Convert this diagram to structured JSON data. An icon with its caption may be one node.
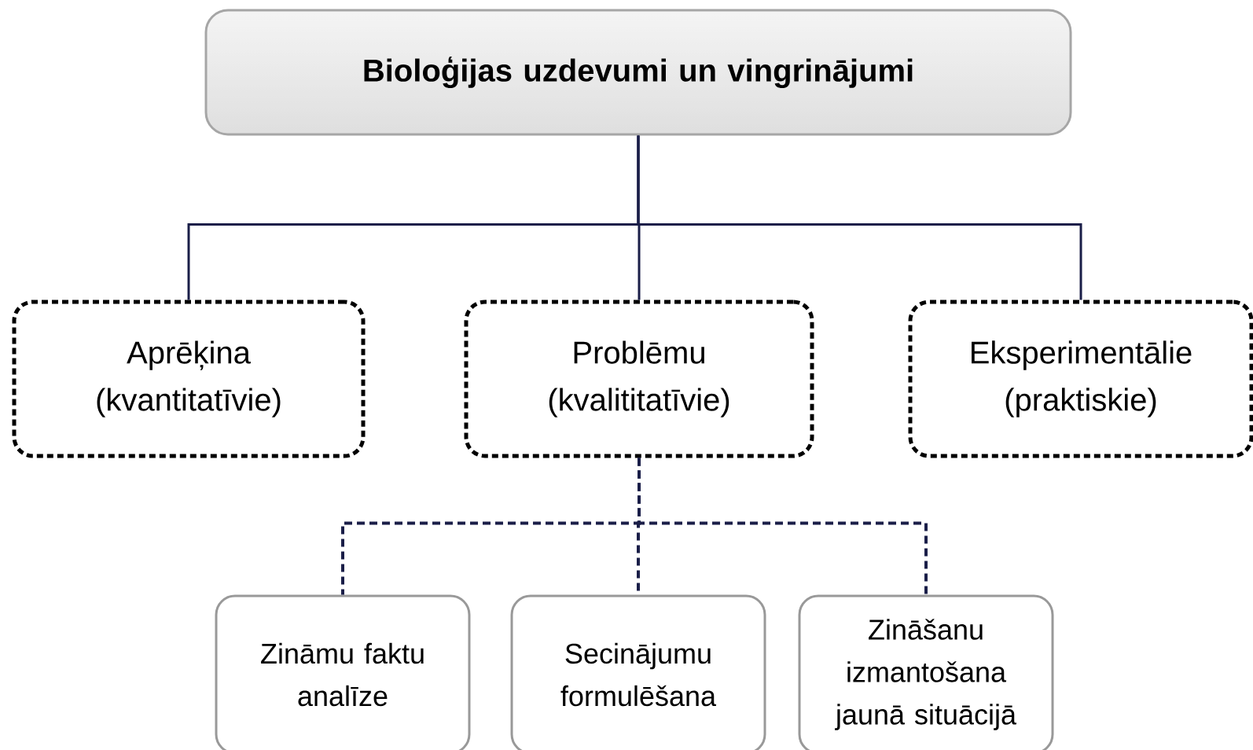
{
  "diagram": {
    "nodes": [
      {
        "text": [
          "Bioloģijas uzdevumi un vingrinājumi"
        ]
      },
      {
        "text": [
          "Aprēķina (kvantitatīvie)"
        ]
      },
      {
        "text": [
          "Problēmu (kvalititatīvie)"
        ]
      },
      {
        "text": [
          "Eksperimentālie (praktiskie)"
        ]
      },
      {
        "text": [
          "Zināmu faktu analīze"
        ]
      },
      {
        "text": [
          "Secinājumu formulēšana"
        ]
      },
      {
        "text": [
          "Zināšanu izmantošana jaunā situācijā"
        ]
      }
    ],
    "edges": [
      {
        "from": 0,
        "to": 1,
        "arrow": "none"
      },
      {
        "from": 0,
        "to": 2,
        "arrow": "none"
      },
      {
        "from": 0,
        "to": 3,
        "arrow": "none"
      },
      {
        "from": 2,
        "to": 4,
        "arrow": "none",
        "style": "dashed"
      },
      {
        "from": 2,
        "to": 5,
        "arrow": "none",
        "style": "dashed"
      },
      {
        "from": 2,
        "to": 6,
        "arrow": "none",
        "style": "dashed"
      }
    ]
  }
}
